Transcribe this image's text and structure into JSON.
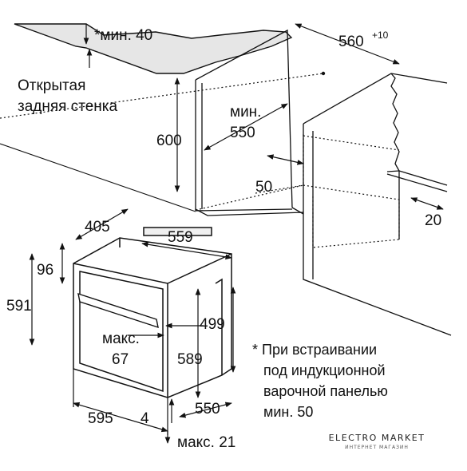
{
  "diagram": {
    "countertop_min": "*мин. 40",
    "open_back_wall_line1": "Открытая",
    "open_back_wall_line2": "задняя стенка",
    "niche_width": "560",
    "niche_width_sup": "+10",
    "niche_height": "600",
    "niche_depth_min_label": "мин.",
    "niche_depth_min_value": "550",
    "gap_50": "50",
    "gap_20": "20",
    "oven_depth_405": "405",
    "oven_depth_559": "559",
    "oven_top_96": "96",
    "oven_height_591": "591",
    "oven_height_499": "499",
    "oven_height_589": "589",
    "handle_max_label": "макс.",
    "handle_max_value": "67",
    "oven_width_595": "595",
    "oven_bottom_4": "4",
    "oven_width_550": "550",
    "max_21": "макс. 21",
    "footnote_line1": "* При встраивании",
    "footnote_line2": "под индукционной",
    "footnote_line3": "варочной панелью",
    "footnote_line4": "мин. 50"
  },
  "brand": {
    "title": "ELECTRO MARKET",
    "subtitle": "ИНТЕРНЕТ МАГАЗИН"
  }
}
